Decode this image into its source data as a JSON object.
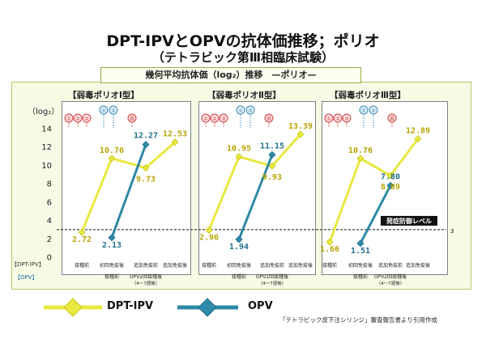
{
  "header": {
    "title": "DPT-IPVとOPVの抗体価推移；ポリオ",
    "subtitle": "（テトラビック第Ⅲ相臨床試験）",
    "box_title": "幾何平均抗体価（log₂）推移　—ポリオ—"
  },
  "axis": {
    "ylabel": "（log₂）",
    "ylim": [
      0,
      14
    ],
    "yticks": [
      "0",
      "2",
      "4",
      "6",
      "8",
      "10",
      "12",
      "14"
    ],
    "dpt_row_label": "【DPT-IPV】",
    "opv_row_label": "【OPV】"
  },
  "threshold": {
    "value": 3,
    "label": "発症防御レベル",
    "value_label": "3"
  },
  "legend": {
    "dpt": "DPT-IPV",
    "opv": "OPV"
  },
  "colors": {
    "dpt": "#e8e840",
    "opv": "#2e8aa8",
    "dpt_label": "#b8a400",
    "opv_label": "#1f6f8a",
    "marker_red": "#d04040",
    "marker_blue": "#3a8ab0"
  },
  "source": "「テトラビック皮下注シリンジ」審査報告書より引用作成",
  "chart_data": [
    {
      "type": "line",
      "title": "【弱毒ポリオⅠ型】",
      "ylim": [
        0,
        14
      ],
      "series": [
        {
          "name": "DPT-IPV",
          "x": [
            0,
            1,
            2,
            3
          ],
          "values": [
            2.72,
            10.76,
            9.73,
            12.53
          ],
          "labels": [
            "2.72",
            "10.76",
            "9.73",
            "12.53"
          ]
        },
        {
          "name": "OPV",
          "x": [
            1,
            2
          ],
          "values": [
            2.13,
            12.27
          ],
          "labels": [
            "2.13",
            "12.27"
          ]
        }
      ],
      "dpt_ticks": [
        "接種前",
        "初回免疫後",
        "追加免疫前",
        "追加免疫後"
      ],
      "opv_ticks": [
        "接種前",
        "OPV2回接種後",
        "（4〜7週後）"
      ],
      "markers": {
        "dpt": [
          "①",
          "②",
          "③",
          "追"
        ],
        "opv": [
          "①",
          "②"
        ]
      }
    },
    {
      "type": "line",
      "title": "【弱毒ポリオⅡ型】",
      "ylim": [
        0,
        14
      ],
      "series": [
        {
          "name": "DPT-IPV",
          "x": [
            0,
            1,
            2,
            3
          ],
          "values": [
            2.96,
            10.95,
            9.93,
            13.39
          ],
          "labels": [
            "2.96",
            "10.95",
            "9.93",
            "13.39"
          ]
        },
        {
          "name": "OPV",
          "x": [
            1,
            2
          ],
          "values": [
            1.94,
            11.15
          ],
          "labels": [
            "1.94",
            "11.15"
          ]
        }
      ],
      "dpt_ticks": [
        "接種前",
        "初回免疫後",
        "追加免疫前",
        "追加免疫後"
      ],
      "opv_ticks": [
        "接種前",
        "OPV2回接種後",
        "（4〜7週後）"
      ],
      "markers": {
        "dpt": [
          "①",
          "②",
          "③",
          "追"
        ],
        "opv": [
          "①",
          "②"
        ]
      }
    },
    {
      "type": "line",
      "title": "【弱毒ポリオⅢ型】",
      "ylim": [
        0,
        14
      ],
      "series": [
        {
          "name": "DPT-IPV",
          "x": [
            0,
            1,
            2,
            3
          ],
          "values": [
            1.66,
            10.76,
            8.89,
            12.89
          ],
          "labels": [
            "1.66",
            "10.76",
            "8.89",
            "12.89"
          ]
        },
        {
          "name": "OPV",
          "x": [
            1,
            2
          ],
          "values": [
            1.51,
            7.8
          ],
          "labels": [
            "1.51",
            "7.80"
          ]
        }
      ],
      "dpt_ticks": [
        "接種前",
        "初回免疫後",
        "追加免疫前",
        "追加免疫後"
      ],
      "opv_ticks": [
        "接種前",
        "OPV2回接種後",
        "（4〜7週後）"
      ],
      "markers": {
        "dpt": [
          "①",
          "②",
          "③",
          "追"
        ],
        "opv": [
          "①",
          "②"
        ]
      }
    }
  ]
}
